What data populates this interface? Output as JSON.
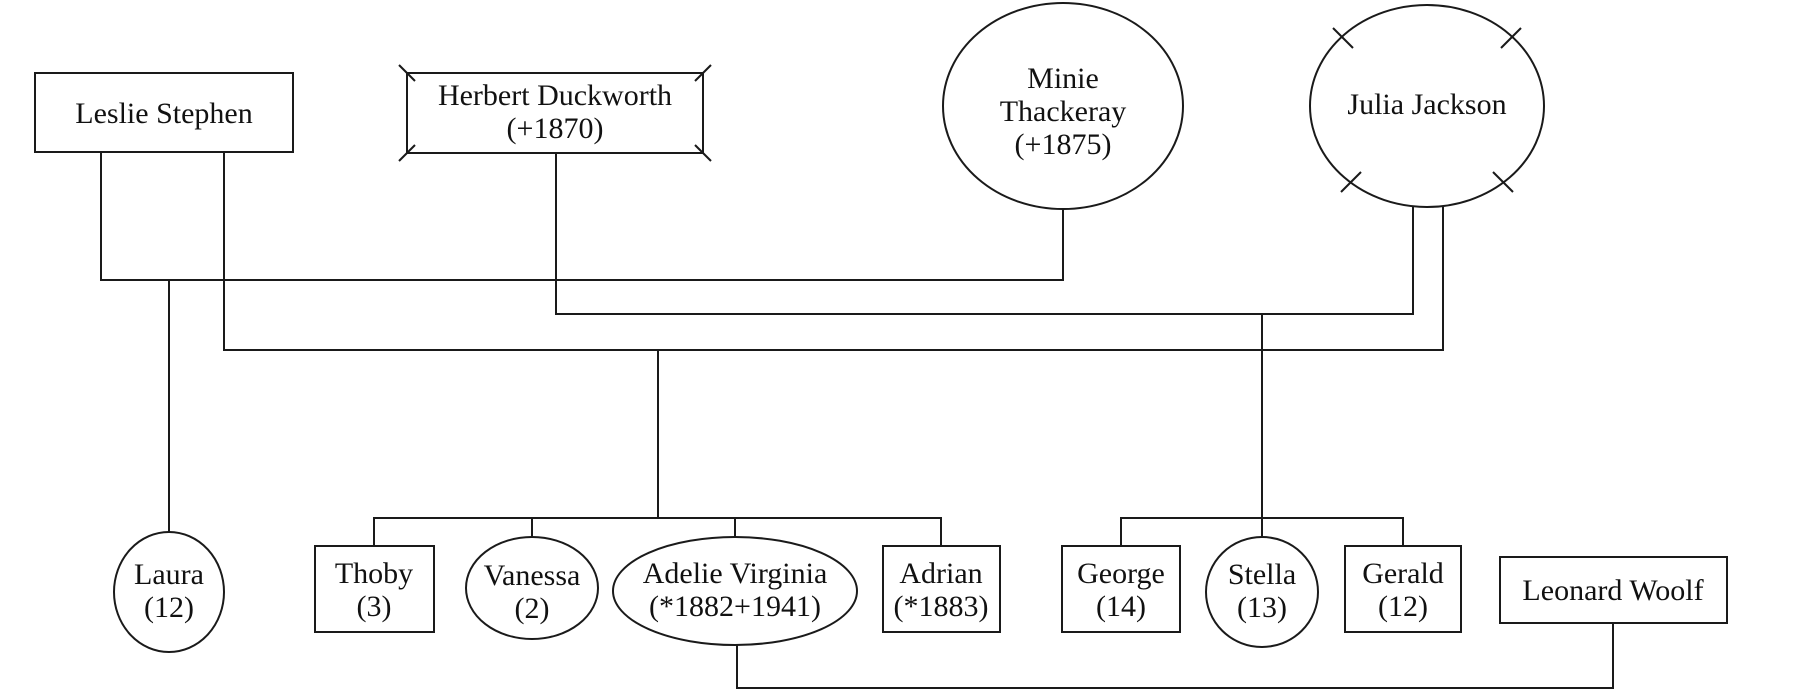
{
  "people": {
    "leslie": {
      "lines": [
        "Leslie Stephen"
      ],
      "sex": "male",
      "deceased": false
    },
    "herbert": {
      "lines": [
        "Herbert Duckworth",
        "(+1870)"
      ],
      "sex": "male",
      "deceased": true
    },
    "minie": {
      "lines": [
        "Minie",
        "Thackeray",
        "(+1875)"
      ],
      "sex": "female",
      "deceased": false
    },
    "julia": {
      "lines": [
        "Julia Jackson"
      ],
      "sex": "female",
      "deceased": true
    },
    "laura": {
      "lines": [
        "Laura",
        "(12)"
      ],
      "sex": "female",
      "deceased": false
    },
    "thoby": {
      "lines": [
        "Thoby",
        "(3)"
      ],
      "sex": "male",
      "deceased": false
    },
    "vanessa": {
      "lines": [
        "Vanessa",
        "(2)"
      ],
      "sex": "female",
      "deceased": false
    },
    "virginia": {
      "lines": [
        "Adelie Virginia",
        "(*1882+1941)"
      ],
      "sex": "female",
      "deceased": false
    },
    "adrian": {
      "lines": [
        "Adrian",
        "(*1883)"
      ],
      "sex": "male",
      "deceased": false
    },
    "george": {
      "lines": [
        "George",
        "(14)"
      ],
      "sex": "male",
      "deceased": false
    },
    "stella": {
      "lines": [
        "Stella",
        "(13)"
      ],
      "sex": "female",
      "deceased": false
    },
    "gerald": {
      "lines": [
        "Gerald",
        "(12)"
      ],
      "sex": "male",
      "deceased": false
    },
    "leonard": {
      "lines": [
        "Leonard Woolf"
      ],
      "sex": "male",
      "deceased": false
    }
  },
  "unions": [
    {
      "partners": [
        "leslie",
        "minie"
      ],
      "children": [
        "laura"
      ]
    },
    {
      "partners": [
        "herbert",
        "julia"
      ],
      "children": [
        "george",
        "stella",
        "gerald"
      ]
    },
    {
      "partners": [
        "leslie",
        "julia"
      ],
      "children": [
        "thoby",
        "vanessa",
        "virginia",
        "adrian"
      ]
    },
    {
      "partners": [
        "virginia",
        "leonard"
      ],
      "children": []
    }
  ],
  "colors": {
    "stroke": "#1a1a1a",
    "fill": "#ffffff",
    "text": "#111111"
  }
}
